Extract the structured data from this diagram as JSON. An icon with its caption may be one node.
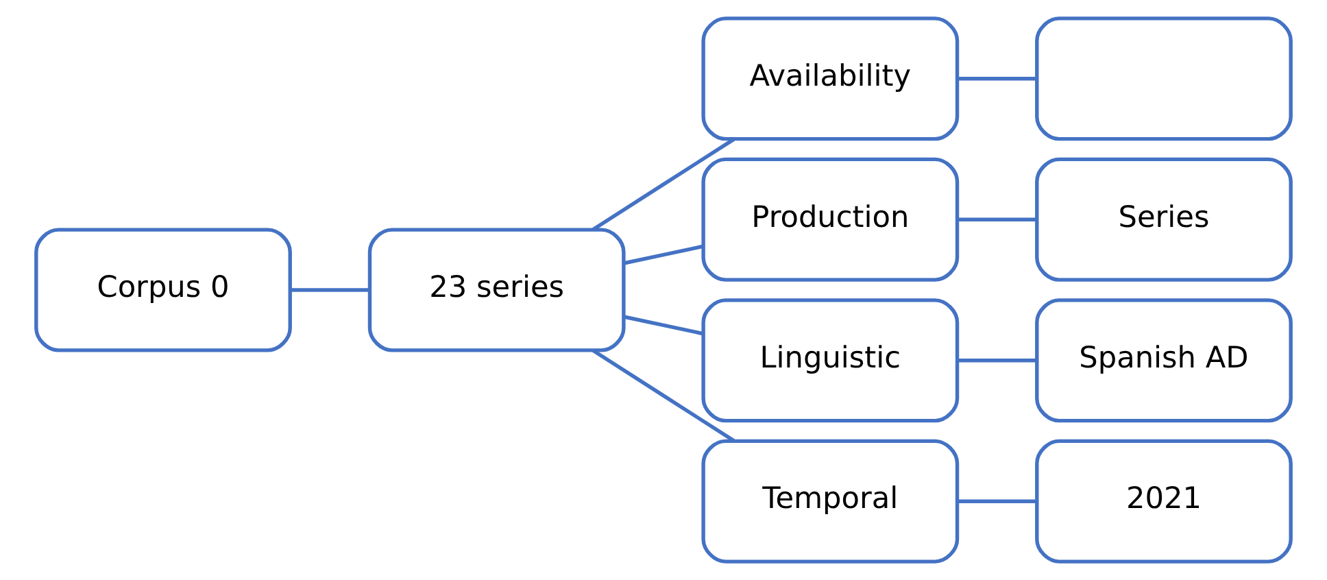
{
  "diagram": {
    "nodes": [
      {
        "text": [
          "Corpus 0"
        ]
      },
      {
        "text": [
          "23 series"
        ]
      },
      {
        "text": [
          "Availability"
        ]
      },
      {
        "text": [
          "Production"
        ]
      },
      {
        "text": [
          "Linguistic"
        ]
      },
      {
        "text": [
          "Temporal"
        ]
      },
      {
        "text": [],
        "shape": "box"
      },
      {
        "text": [
          "Series"
        ]
      },
      {
        "text": [
          "Spanish AD"
        ]
      },
      {
        "text": [
          "2021"
        ]
      }
    ],
    "edges": [
      {
        "from": 0,
        "to": 1,
        "arrow": "none"
      },
      {
        "from": 1,
        "to": 2,
        "arrow": "none"
      },
      {
        "from": 1,
        "to": 3,
        "arrow": "none"
      },
      {
        "from": 1,
        "to": 4,
        "arrow": "none"
      },
      {
        "from": 1,
        "to": 5,
        "arrow": "none"
      },
      {
        "from": 2,
        "to": 6,
        "arrow": "none"
      },
      {
        "from": 3,
        "to": 7,
        "arrow": "none"
      },
      {
        "from": 4,
        "to": 8,
        "arrow": "none"
      },
      {
        "from": 5,
        "to": 9,
        "arrow": "none"
      }
    ]
  }
}
